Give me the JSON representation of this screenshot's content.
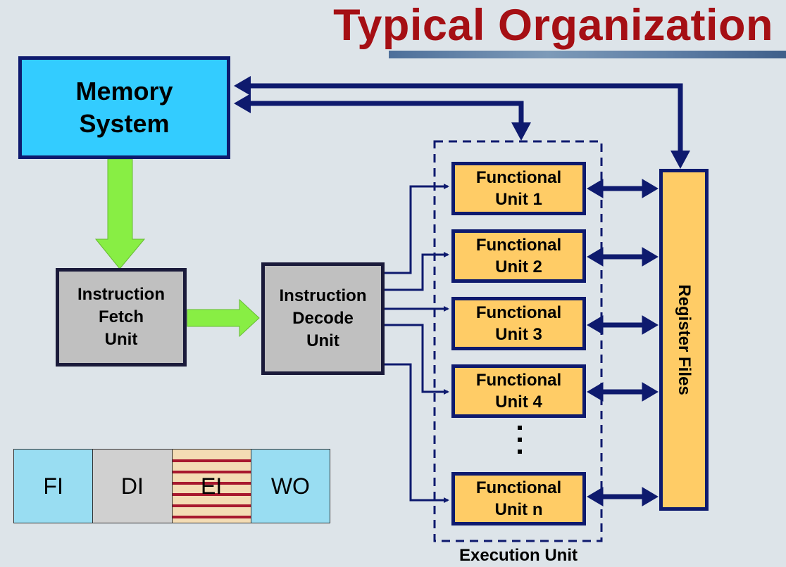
{
  "title": "Typical Organization",
  "memory_system": {
    "line1": "Memory",
    "line2": "System"
  },
  "fetch_unit": {
    "line1": "Instruction",
    "line2": "Fetch",
    "line3": "Unit"
  },
  "decode_unit": {
    "line1": "Instruction",
    "line2": "Decode",
    "line3": "Unit"
  },
  "functional_units": [
    {
      "line1": "Functional",
      "line2": "Unit 1"
    },
    {
      "line1": "Functional",
      "line2": "Unit 2"
    },
    {
      "line1": "Functional",
      "line2": "Unit 3"
    },
    {
      "line1": "Functional",
      "line2": "Unit 4"
    },
    {
      "line1": "Functional",
      "line2": "Unit n"
    }
  ],
  "register_files": "Register Files",
  "execution_unit": "Execution Unit",
  "pipeline_stages": [
    "FI",
    "DI",
    "EI",
    "WO"
  ],
  "colors": {
    "title": "#a50f14",
    "memory_fill": "#33ccff",
    "unit_fill": "#ffcc66",
    "decode_fill": "#c0c0c0",
    "arrow_navy": "#0e1a6e",
    "arrow_green": "#88ee44"
  }
}
